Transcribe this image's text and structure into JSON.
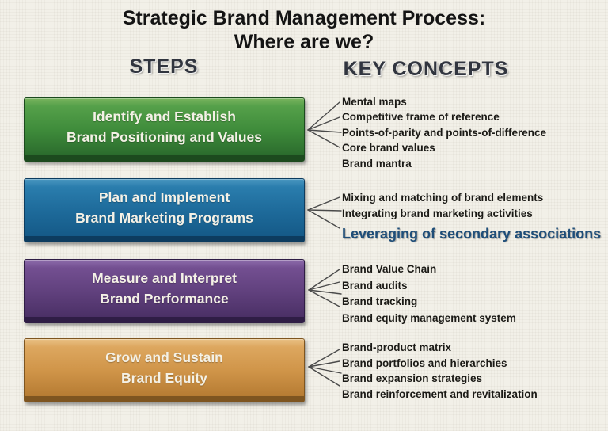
{
  "title": {
    "line1": "Strategic Brand Management Process:",
    "line2": "Where are we?"
  },
  "headers": {
    "steps": "STEPS",
    "key_concepts": "KEY CONCEPTS"
  },
  "steps": [
    {
      "label_line1": "Identify and Establish",
      "label_line2": "Brand Positioning and Values",
      "colors": {
        "top": "#79b45e",
        "light": "#55a04a",
        "mid": "#3f8c3b",
        "dark": "#2b6c2d",
        "edge": "#1c4a1e"
      },
      "concepts": [
        "Mental maps",
        "Competitive frame of reference",
        "Points-of-parity and points-of-difference",
        "Core brand values",
        "Brand mantra"
      ]
    },
    {
      "label_line1": "Plan and Implement",
      "label_line2": "Brand Marketing Programs",
      "colors": {
        "top": "#4a97c0",
        "light": "#2a7dad",
        "mid": "#1e6b9b",
        "dark": "#155a88",
        "edge": "#0d3c5f"
      },
      "concepts": [
        "Mixing and matching of brand elements",
        "Integrating brand marketing activities",
        "Leveraging of secondary associations"
      ]
    },
    {
      "label_line1": "Measure and Interpret",
      "label_line2": "Brand Performance",
      "colors": {
        "top": "#8d6cab",
        "light": "#734f91",
        "mid": "#61417e",
        "dark": "#4b3066",
        "edge": "#2f1d45"
      },
      "concepts": [
        "Brand Value Chain",
        "Brand audits",
        "Brand tracking",
        "Brand equity management system"
      ]
    },
    {
      "label_line1": "Grow and Sustain",
      "label_line2": "Brand Equity",
      "colors": {
        "top": "#e9c186",
        "light": "#dda75f",
        "mid": "#d09549",
        "dark": "#b67c33",
        "edge": "#7e5520"
      },
      "concepts": [
        "Brand-product matrix",
        "Brand portfolios and hierarchies",
        "Brand expansion strategies",
        "Brand reinforcement and revitalization"
      ]
    }
  ],
  "colors": {
    "page_background": "#f2f0e8",
    "title_text": "#141414",
    "header_text": "#31353f",
    "concept_text": "#1b1a16",
    "emphasis_text": "#1f4e79",
    "box_text": "#f4f1e6",
    "connector": "#4a4a4a"
  }
}
